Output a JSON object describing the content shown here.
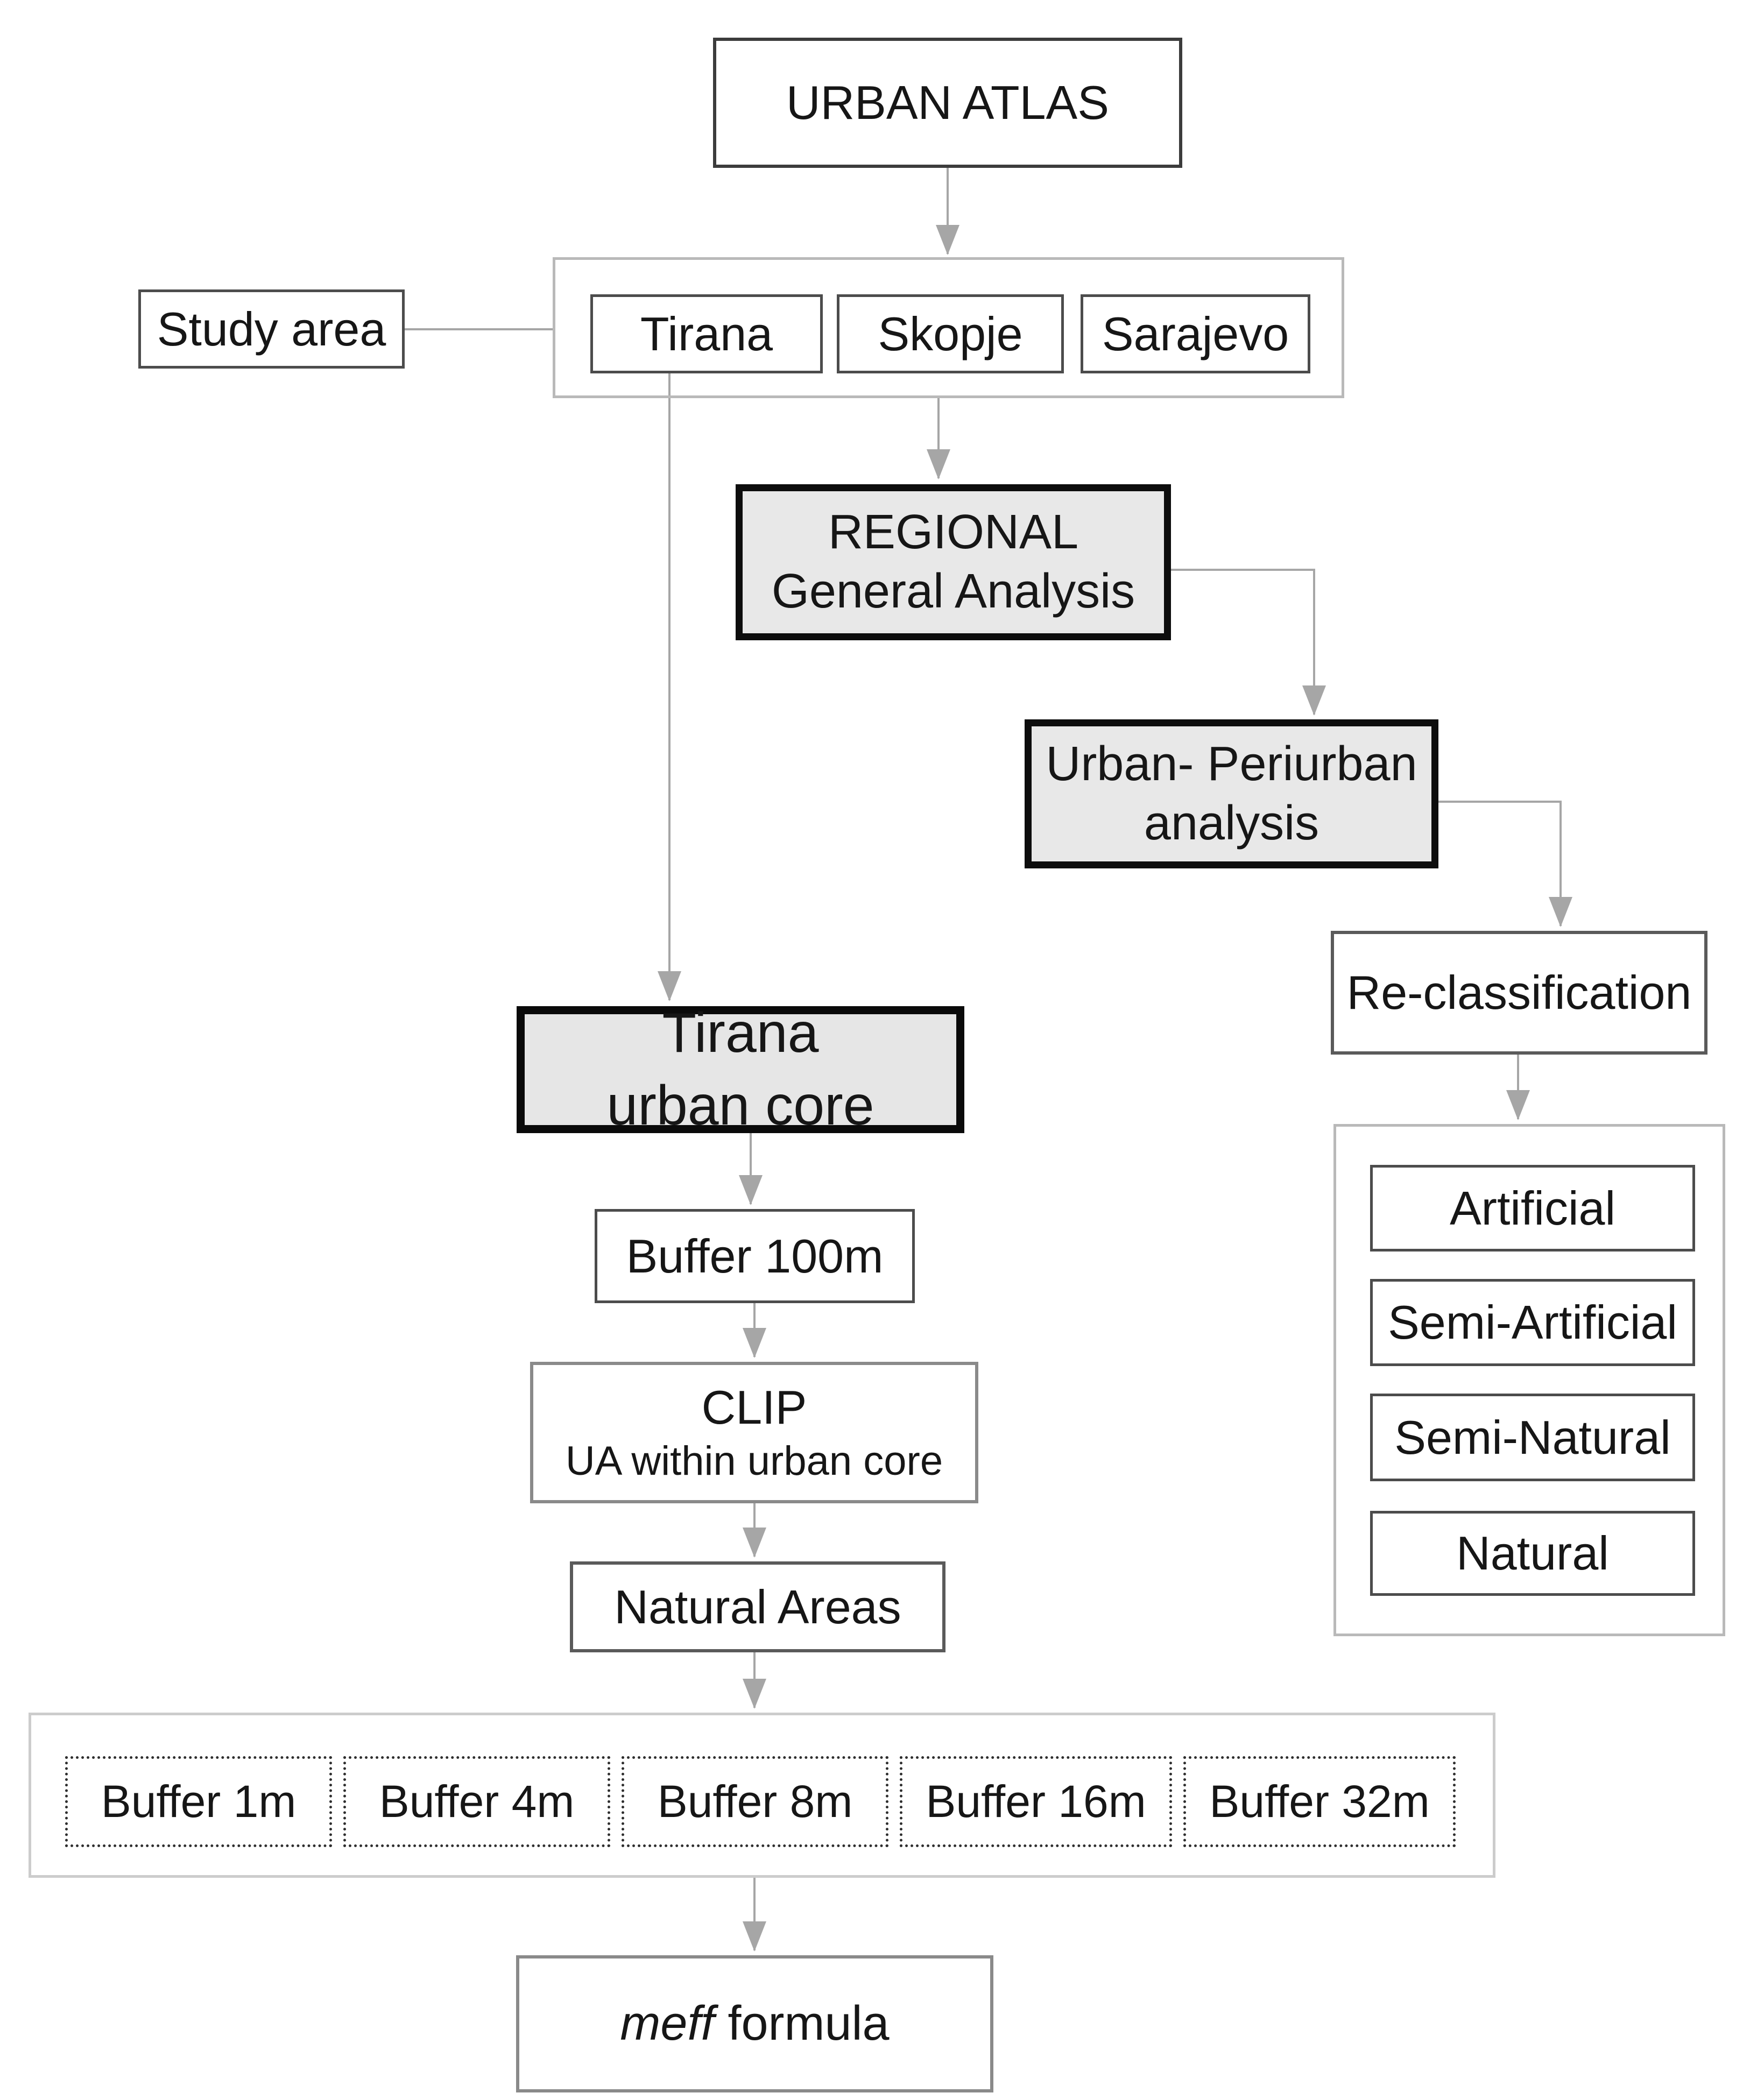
{
  "diagram_title": "Urban Atlas processing workflow",
  "nodes": {
    "urban_atlas": {
      "label": "URBAN ATLAS"
    },
    "study_area": {
      "label": "Study area"
    },
    "cities": [
      "Tirana",
      "Skopje",
      "Sarajevo"
    ],
    "regional": {
      "line1": "REGIONAL",
      "line2": "General Analysis"
    },
    "urban_periurban": {
      "line1": "Urban- Periurban",
      "line2": "analysis"
    },
    "reclassification": {
      "label": "Re-classification"
    },
    "classification": [
      "Artificial",
      "Semi-Artificial",
      "Semi-Natural",
      "Natural"
    ],
    "tirana_urban_core": {
      "line1": "Tirana",
      "line2": "urban core"
    },
    "buffer_100m": {
      "label": "Buffer 100m"
    },
    "clip": {
      "line1": "CLIP",
      "line2": "UA within urban core"
    },
    "natural_areas": {
      "label": "Natural Areas"
    },
    "buffers": [
      "Buffer 1m",
      "Buffer 4m",
      "Buffer 8m",
      "Buffer 16m",
      "Buffer 32m"
    ],
    "meff": {
      "italic_part": "meff",
      "rest_part": " formula"
    }
  },
  "colors": {
    "background": "#ffffff",
    "highlight_box_fill": "#e8e8e8",
    "highlight_box_border": "#0d0d0d",
    "plain_box_border": "#4c4c4c",
    "container_border": "#b9b9b9",
    "buffer_container_border": "#cccccc",
    "dotted_box_border": "#2e2e2e",
    "connector": "#a6a6a6",
    "text": "#161616"
  }
}
